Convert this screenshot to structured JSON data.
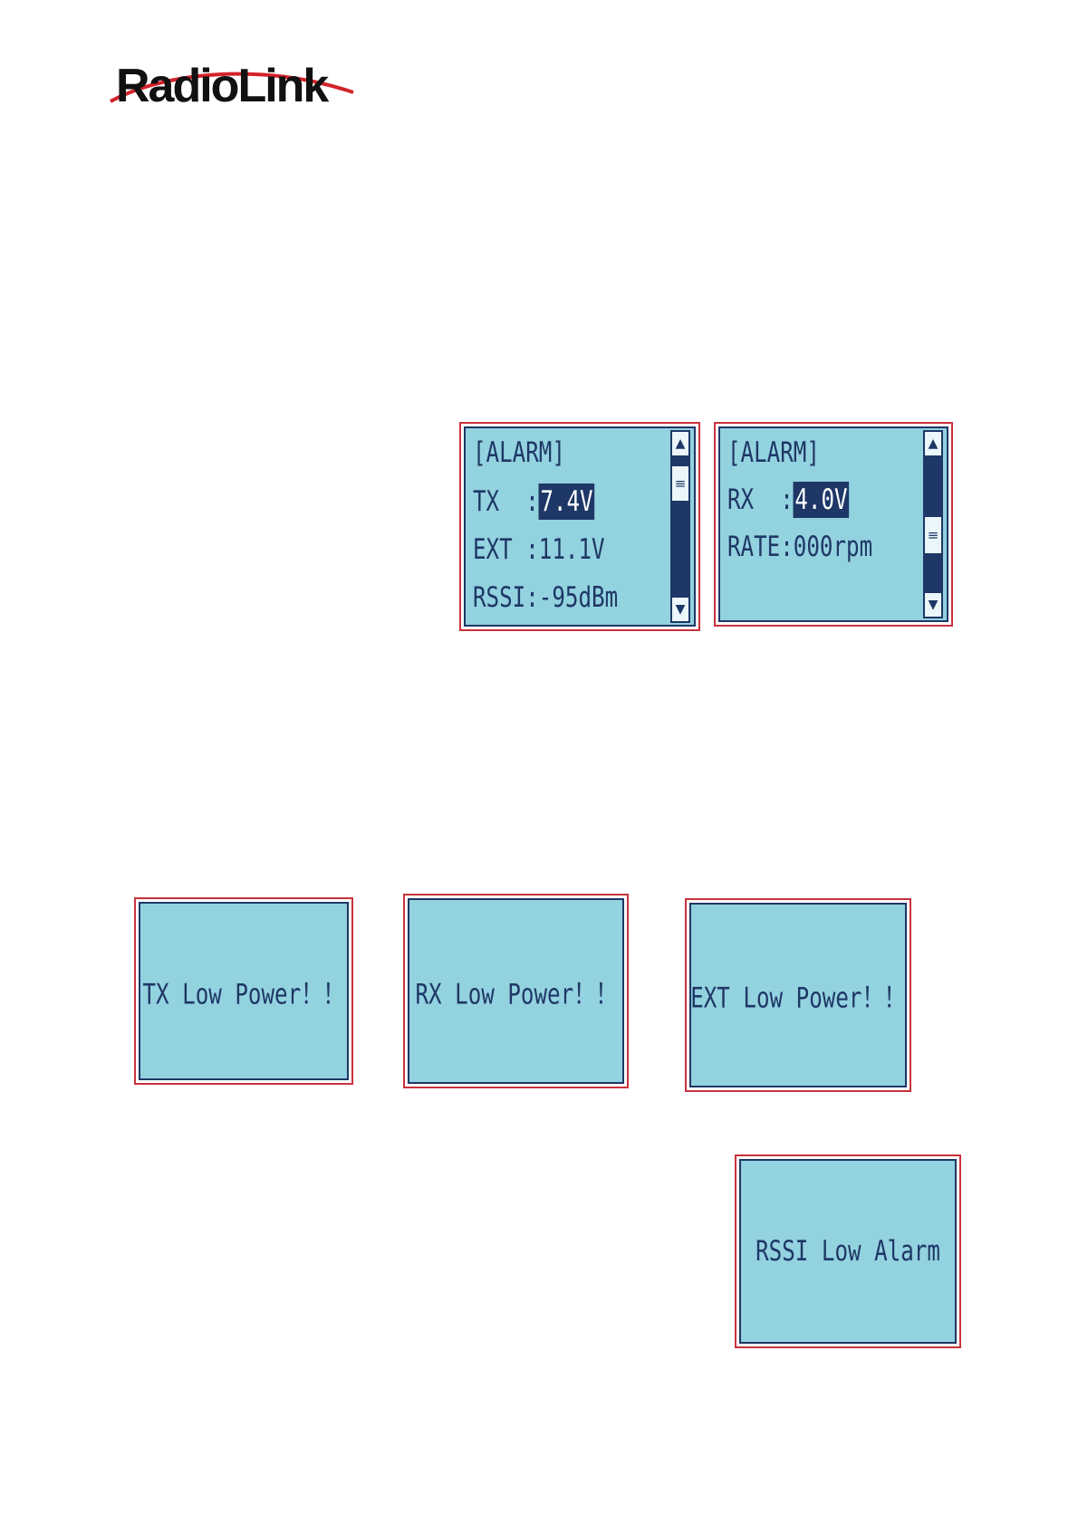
{
  "brand": {
    "logo_text": "RadioLink"
  },
  "alarm_screen_tx": {
    "title": "[ALARM]",
    "rows": [
      {
        "label": "TX  :",
        "value": "7.4V",
        "highlighted": true
      },
      {
        "label": "EXT :",
        "value": "11.1V",
        "highlighted": false
      },
      {
        "label": "RSSI:",
        "value": "-95dBm",
        "highlighted": false
      }
    ]
  },
  "alarm_screen_rx": {
    "title": "[ALARM]",
    "rows": [
      {
        "label": "RX  :",
        "value": "4.0V",
        "highlighted": true
      },
      {
        "label": "RATE:",
        "value": "000rpm",
        "highlighted": false
      }
    ]
  },
  "alerts": {
    "tx_low": "TX Low Power！！",
    "rx_low": "RX Low Power！！",
    "ext_low": "EXT Low Power！！",
    "rssi_low": "RSSI Low Alarm"
  },
  "colors": {
    "lcd_background": "#93d2df",
    "lcd_ink": "#1e3766",
    "frame_red": "#c8323c",
    "logo_red": "#d2232a"
  },
  "icons": {
    "scroll_up": "scroll-up-icon",
    "scroll_down": "scroll-down-icon",
    "scroll_thumb": "scroll-thumb-grip-icon"
  }
}
